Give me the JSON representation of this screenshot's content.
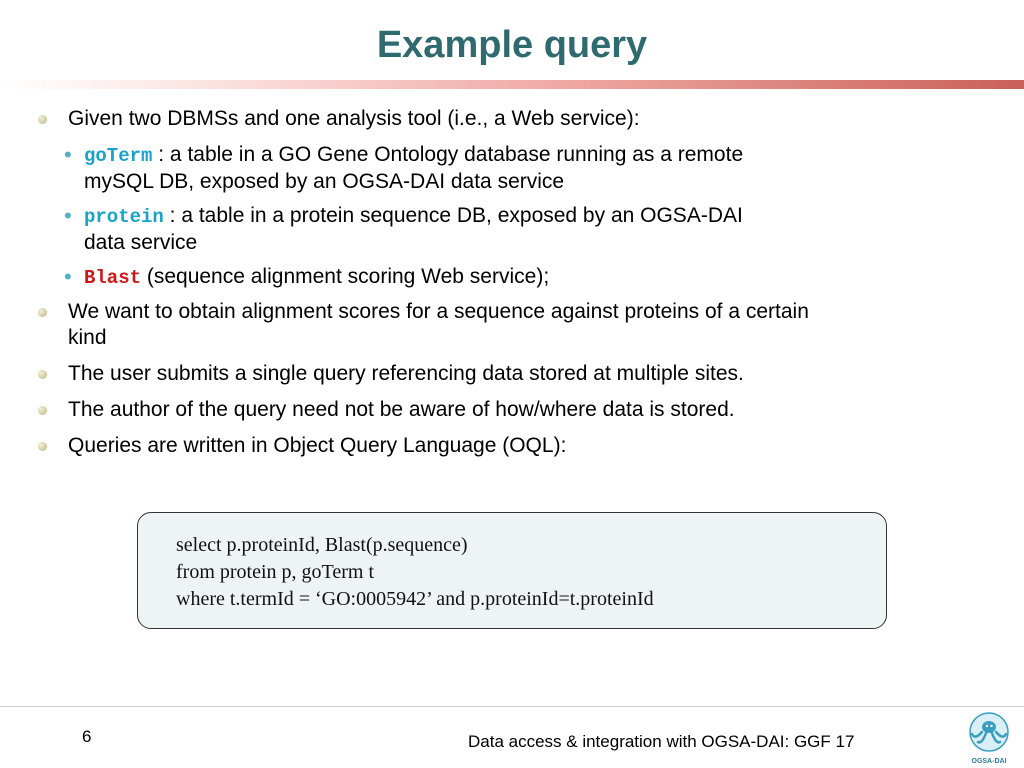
{
  "title": "Example query",
  "bullets": {
    "b1": "Given two DBMSs and one analysis tool (i.e., a Web service):",
    "sub1_name": "goTerm",
    "sub1_desc_a": " : a table in a GO Gene Ontology database running as a remote",
    "sub1_desc_b": "mySQL DB, exposed by an OGSA-DAI data service",
    "sub2_name": "protein",
    "sub2_desc_a": " : a table in a protein sequence DB, exposed by an OGSA-DAI",
    "sub2_desc_b": "data service",
    "sub3_name": "Blast",
    "sub3_desc": " (sequence alignment scoring Web service);",
    "b2_a": "We want to obtain alignment scores for a sequence against proteins of a certain",
    "b2_b": "kind",
    "b3": "The user submits a single query referencing data stored at multiple sites.",
    "b4": "The author of the query need not be aware of how/where data is stored.",
    "b5": "Queries are written in Object Query Language (OQL):"
  },
  "query": {
    "line1": "select p.proteinId, Blast(p.sequence)",
    "line2": "from protein p, goTerm t",
    "line3": "where t.termId = ‘GO:0005942’ and p.proteinId=t.proteinId"
  },
  "footer": {
    "page_number": "6",
    "text": "Data access & integration with OGSA-DAI: GGF 17",
    "logo_text": "OGSA-DAI"
  },
  "colors": {
    "title": "#2f6b6e",
    "highlight_cyan": "#1aa3c8",
    "highlight_red": "#d01818",
    "query_bg": "#eef4f5"
  }
}
